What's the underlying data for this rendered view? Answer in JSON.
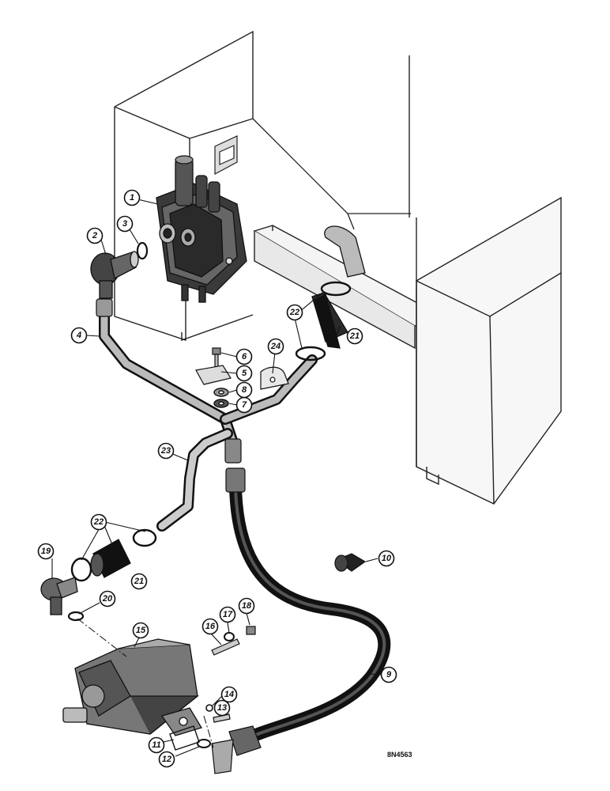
{
  "diagram": {
    "reference_code": "8N4563",
    "callouts": [
      {
        "id": "c1",
        "label": "1"
      },
      {
        "id": "c2",
        "label": "2"
      },
      {
        "id": "c3",
        "label": "3"
      },
      {
        "id": "c4",
        "label": "4"
      },
      {
        "id": "c5",
        "label": "5"
      },
      {
        "id": "c6",
        "label": "6"
      },
      {
        "id": "c7",
        "label": "7"
      },
      {
        "id": "c8",
        "label": "8"
      },
      {
        "id": "c9",
        "label": "9"
      },
      {
        "id": "c10",
        "label": "10"
      },
      {
        "id": "c11",
        "label": "11"
      },
      {
        "id": "c12",
        "label": "12"
      },
      {
        "id": "c13",
        "label": "13"
      },
      {
        "id": "c14",
        "label": "14"
      },
      {
        "id": "c15",
        "label": "15"
      },
      {
        "id": "c16",
        "label": "16"
      },
      {
        "id": "c17",
        "label": "17"
      },
      {
        "id": "c18",
        "label": "18"
      },
      {
        "id": "c19",
        "label": "19"
      },
      {
        "id": "c20",
        "label": "20"
      },
      {
        "id": "c21a",
        "label": "21"
      },
      {
        "id": "c21b",
        "label": "21"
      },
      {
        "id": "c22a",
        "label": "22"
      },
      {
        "id": "c22b",
        "label": "22"
      },
      {
        "id": "c23",
        "label": "23"
      },
      {
        "id": "c24",
        "label": "24"
      }
    ]
  }
}
